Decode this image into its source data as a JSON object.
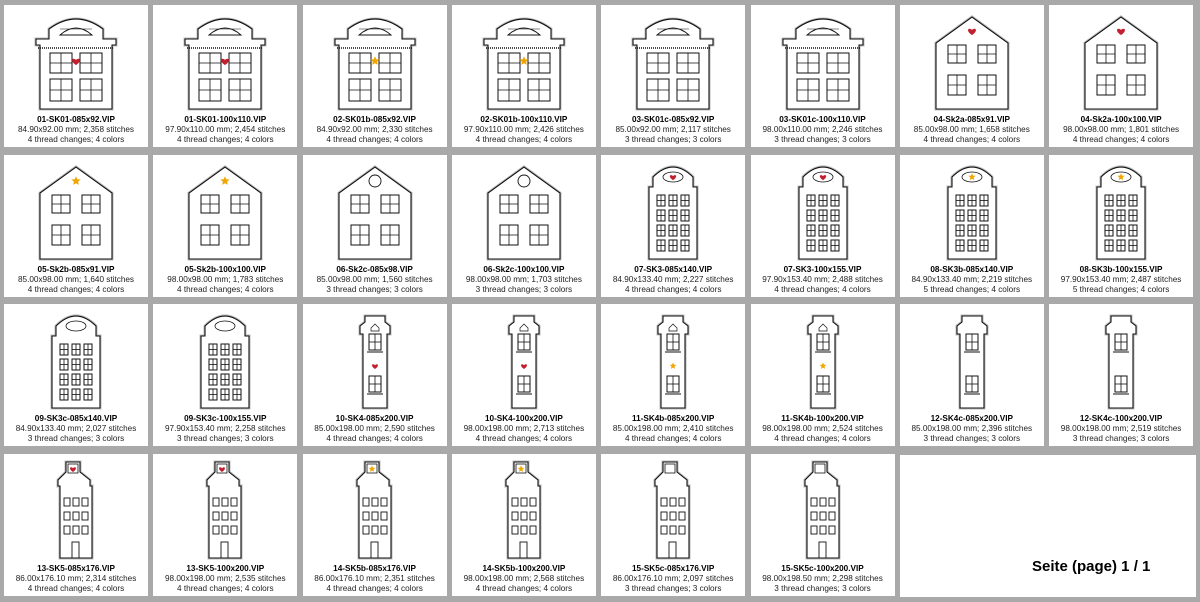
{
  "page_label": "Seite (page) 1 / 1",
  "colors": {
    "heart": "#c2202f",
    "star": "#f0a500",
    "frame": "#a9a9a9"
  },
  "designs": [
    {
      "file": "01-SK01-085x92.VIP",
      "size": "84.90x92.00 mm; 2,358 stitches",
      "changes": "4 thread changes; 4 colors",
      "icon": "heart-icon",
      "type": "arch"
    },
    {
      "file": "01-SK01-100x110.VIP",
      "size": "97.90x110.00 mm; 2,454 stitches",
      "changes": "4 thread changes; 4 colors",
      "icon": "heart-icon",
      "type": "arch"
    },
    {
      "file": "02-SK01b-085x92.VIP",
      "size": "84.90x92.00 mm; 2,330 stitches",
      "changes": "4 thread changes; 4 colors",
      "icon": "star-icon",
      "type": "arch"
    },
    {
      "file": "02-SK01b-100x110.VIP",
      "size": "97.90x110.00 mm; 2,426 stitches",
      "changes": "4 thread changes; 4 colors",
      "icon": "star-icon",
      "type": "arch"
    },
    {
      "file": "03-SK01c-085x92.VIP",
      "size": "85.00x92.00 mm; 2,117 stitches",
      "changes": "3 thread changes; 3 colors",
      "icon": "none",
      "type": "arch"
    },
    {
      "file": "03-SK01c-100x110.VIP",
      "size": "98.00x110.00 mm; 2,246 stitches",
      "changes": "3 thread changes; 3 colors",
      "icon": "none",
      "type": "arch"
    },
    {
      "file": "04-Sk2a-085x91.VIP",
      "size": "85.00x98.00 mm; 1,658 stitches",
      "changes": "4 thread changes; 4 colors",
      "icon": "heart-icon",
      "type": "gable"
    },
    {
      "file": "04-Sk2a-100x100.VIP",
      "size": "98.00x98.00 mm; 1,801 stitches",
      "changes": "4 thread changes; 4 colors",
      "icon": "heart-icon",
      "type": "gable"
    },
    {
      "file": "05-Sk2b-085x91.VIP",
      "size": "85.00x98.00 mm; 1,640 stitches",
      "changes": "4 thread changes; 4 colors",
      "icon": "star-icon",
      "type": "gable"
    },
    {
      "file": "05-Sk2b-100x100.VIP",
      "size": "98.00x98.00 mm; 1,783 stitches",
      "changes": "4 thread changes; 4 colors",
      "icon": "star-icon",
      "type": "gable"
    },
    {
      "file": "06-Sk2c-085x98.VIP",
      "size": "85.00x98.00 mm; 1,560 stitches",
      "changes": "3 thread changes; 3 colors",
      "icon": "circle",
      "type": "gable"
    },
    {
      "file": "06-Sk2c-100x100.VIP",
      "size": "98.00x98.00 mm; 1,703 stitches",
      "changes": "3 thread changes; 3 colors",
      "icon": "circle",
      "type": "gable"
    },
    {
      "file": "07-SK3-085x140.VIP",
      "size": "84.90x133.40 mm; 2,227 stitches",
      "changes": "4 thread changes; 4 colors",
      "icon": "heart-icon",
      "type": "tall"
    },
    {
      "file": "07-SK3-100x155.VIP",
      "size": "97.90x153.40 mm; 2,488 stitches",
      "changes": "4 thread changes; 4 colors",
      "icon": "heart-icon",
      "type": "tall"
    },
    {
      "file": "08-SK3b-085x140.VIP",
      "size": "84.90x133.40 mm; 2,219 stitches",
      "changes": "5 thread changes; 4 colors",
      "icon": "star-icon",
      "type": "tall"
    },
    {
      "file": "08-SK3b-100x155.VIP",
      "size": "97.90x153.40 mm; 2,487 stitches",
      "changes": "5 thread changes; 4 colors",
      "icon": "star-icon",
      "type": "tall"
    },
    {
      "file": "09-SK3c-085x140.VIP",
      "size": "84.90x133.40 mm; 2,027 stitches",
      "changes": "3 thread changes; 3 colors",
      "icon": "oval",
      "type": "tall"
    },
    {
      "file": "09-SK3c-100x155.VIP",
      "size": "97.90x153.40 mm; 2,258 stitches",
      "changes": "3 thread changes; 3 colors",
      "icon": "oval",
      "type": "tall"
    },
    {
      "file": "10-SK4-085x200.VIP",
      "size": "85.00x198.00 mm; 2,590 stitches",
      "changes": "4 thread changes; 4 colors",
      "icon": "heart-icon",
      "type": "narrow"
    },
    {
      "file": "10-SK4-100x200.VIP",
      "size": "98.00x198.00 mm; 2,713 stitches",
      "changes": "4 thread changes; 4 colors",
      "icon": "heart-icon",
      "type": "narrow"
    },
    {
      "file": "11-SK4b-085x200.VIP",
      "size": "85.00x198.00 mm; 2,410 stitches",
      "changes": "4 thread changes; 4 colors",
      "icon": "star-icon",
      "type": "narrow"
    },
    {
      "file": "11-SK4b-100x200.VIP",
      "size": "98.00x198.00 mm; 2,524 stitches",
      "changes": "4 thread changes; 4 colors",
      "icon": "star-icon",
      "type": "narrow"
    },
    {
      "file": "12-SK4c-085x200.VIP",
      "size": "85.00x198.00 mm; 2,396 stitches",
      "changes": "3 thread changes; 3 colors",
      "icon": "none",
      "type": "narrow"
    },
    {
      "file": "12-SK4c-100x200.VIP",
      "size": "98.00x198.00 mm; 2,519 stitches",
      "changes": "3 thread changes; 3 colors",
      "icon": "none",
      "type": "narrow"
    },
    {
      "file": "13-SK5-085x176.VIP",
      "size": "86.00x176.10 mm; 2,314 stitches",
      "changes": "4 thread changes; 4 colors",
      "icon": "heart-icon",
      "type": "slim"
    },
    {
      "file": "13-SK5-100x200.VIP",
      "size": "98.00x198.00 mm; 2,535 stitches",
      "changes": "4 thread changes; 4 colors",
      "icon": "heart-icon",
      "type": "slim"
    },
    {
      "file": "14-SK5b-085x176.VIP",
      "size": "86.00x176.10 mm; 2,351 stitches",
      "changes": "4 thread changes; 4 colors",
      "icon": "star-icon",
      "type": "slim"
    },
    {
      "file": "14-SK5b-100x200.VIP",
      "size": "98.00x198.00 mm; 2,568 stitches",
      "changes": "4 thread changes; 4 colors",
      "icon": "star-icon",
      "type": "slim"
    },
    {
      "file": "15-SK5c-085x176.VIP",
      "size": "86.00x176.10 mm; 2,097 stitches",
      "changes": "3 thread changes; 3 colors",
      "icon": "none",
      "type": "slim"
    },
    {
      "file": "15-SK5c-100x200.VIP",
      "size": "98.00x198.50 mm; 2,298 stitches",
      "changes": "3 thread changes; 3 colors",
      "icon": "none",
      "type": "slim"
    }
  ]
}
